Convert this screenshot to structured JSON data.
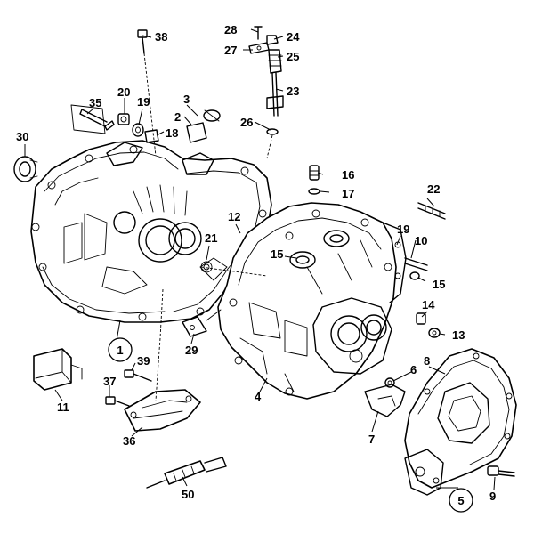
{
  "diagram": {
    "callouts": {
      "c1": "1",
      "c2": "2",
      "c3": "3",
      "c4": "4",
      "c5": "5",
      "c6": "6",
      "c7": "7",
      "c8": "8",
      "c9": "9",
      "c10": "10",
      "c11": "11",
      "c12": "12",
      "c13": "13",
      "c14": "14",
      "c15a": "15",
      "c15b": "15",
      "c16": "16",
      "c17": "17",
      "c18": "18",
      "c19a": "19",
      "c19b": "19",
      "c20": "20",
      "c21": "21",
      "c22": "22",
      "c23": "23",
      "c24": "24",
      "c25": "25",
      "c26": "26",
      "c27": "27",
      "c28": "28",
      "c29": "29",
      "c30": "30",
      "c35": "35",
      "c36": "36",
      "c37": "37",
      "c38": "38",
      "c39": "39",
      "c50": "50"
    }
  }
}
